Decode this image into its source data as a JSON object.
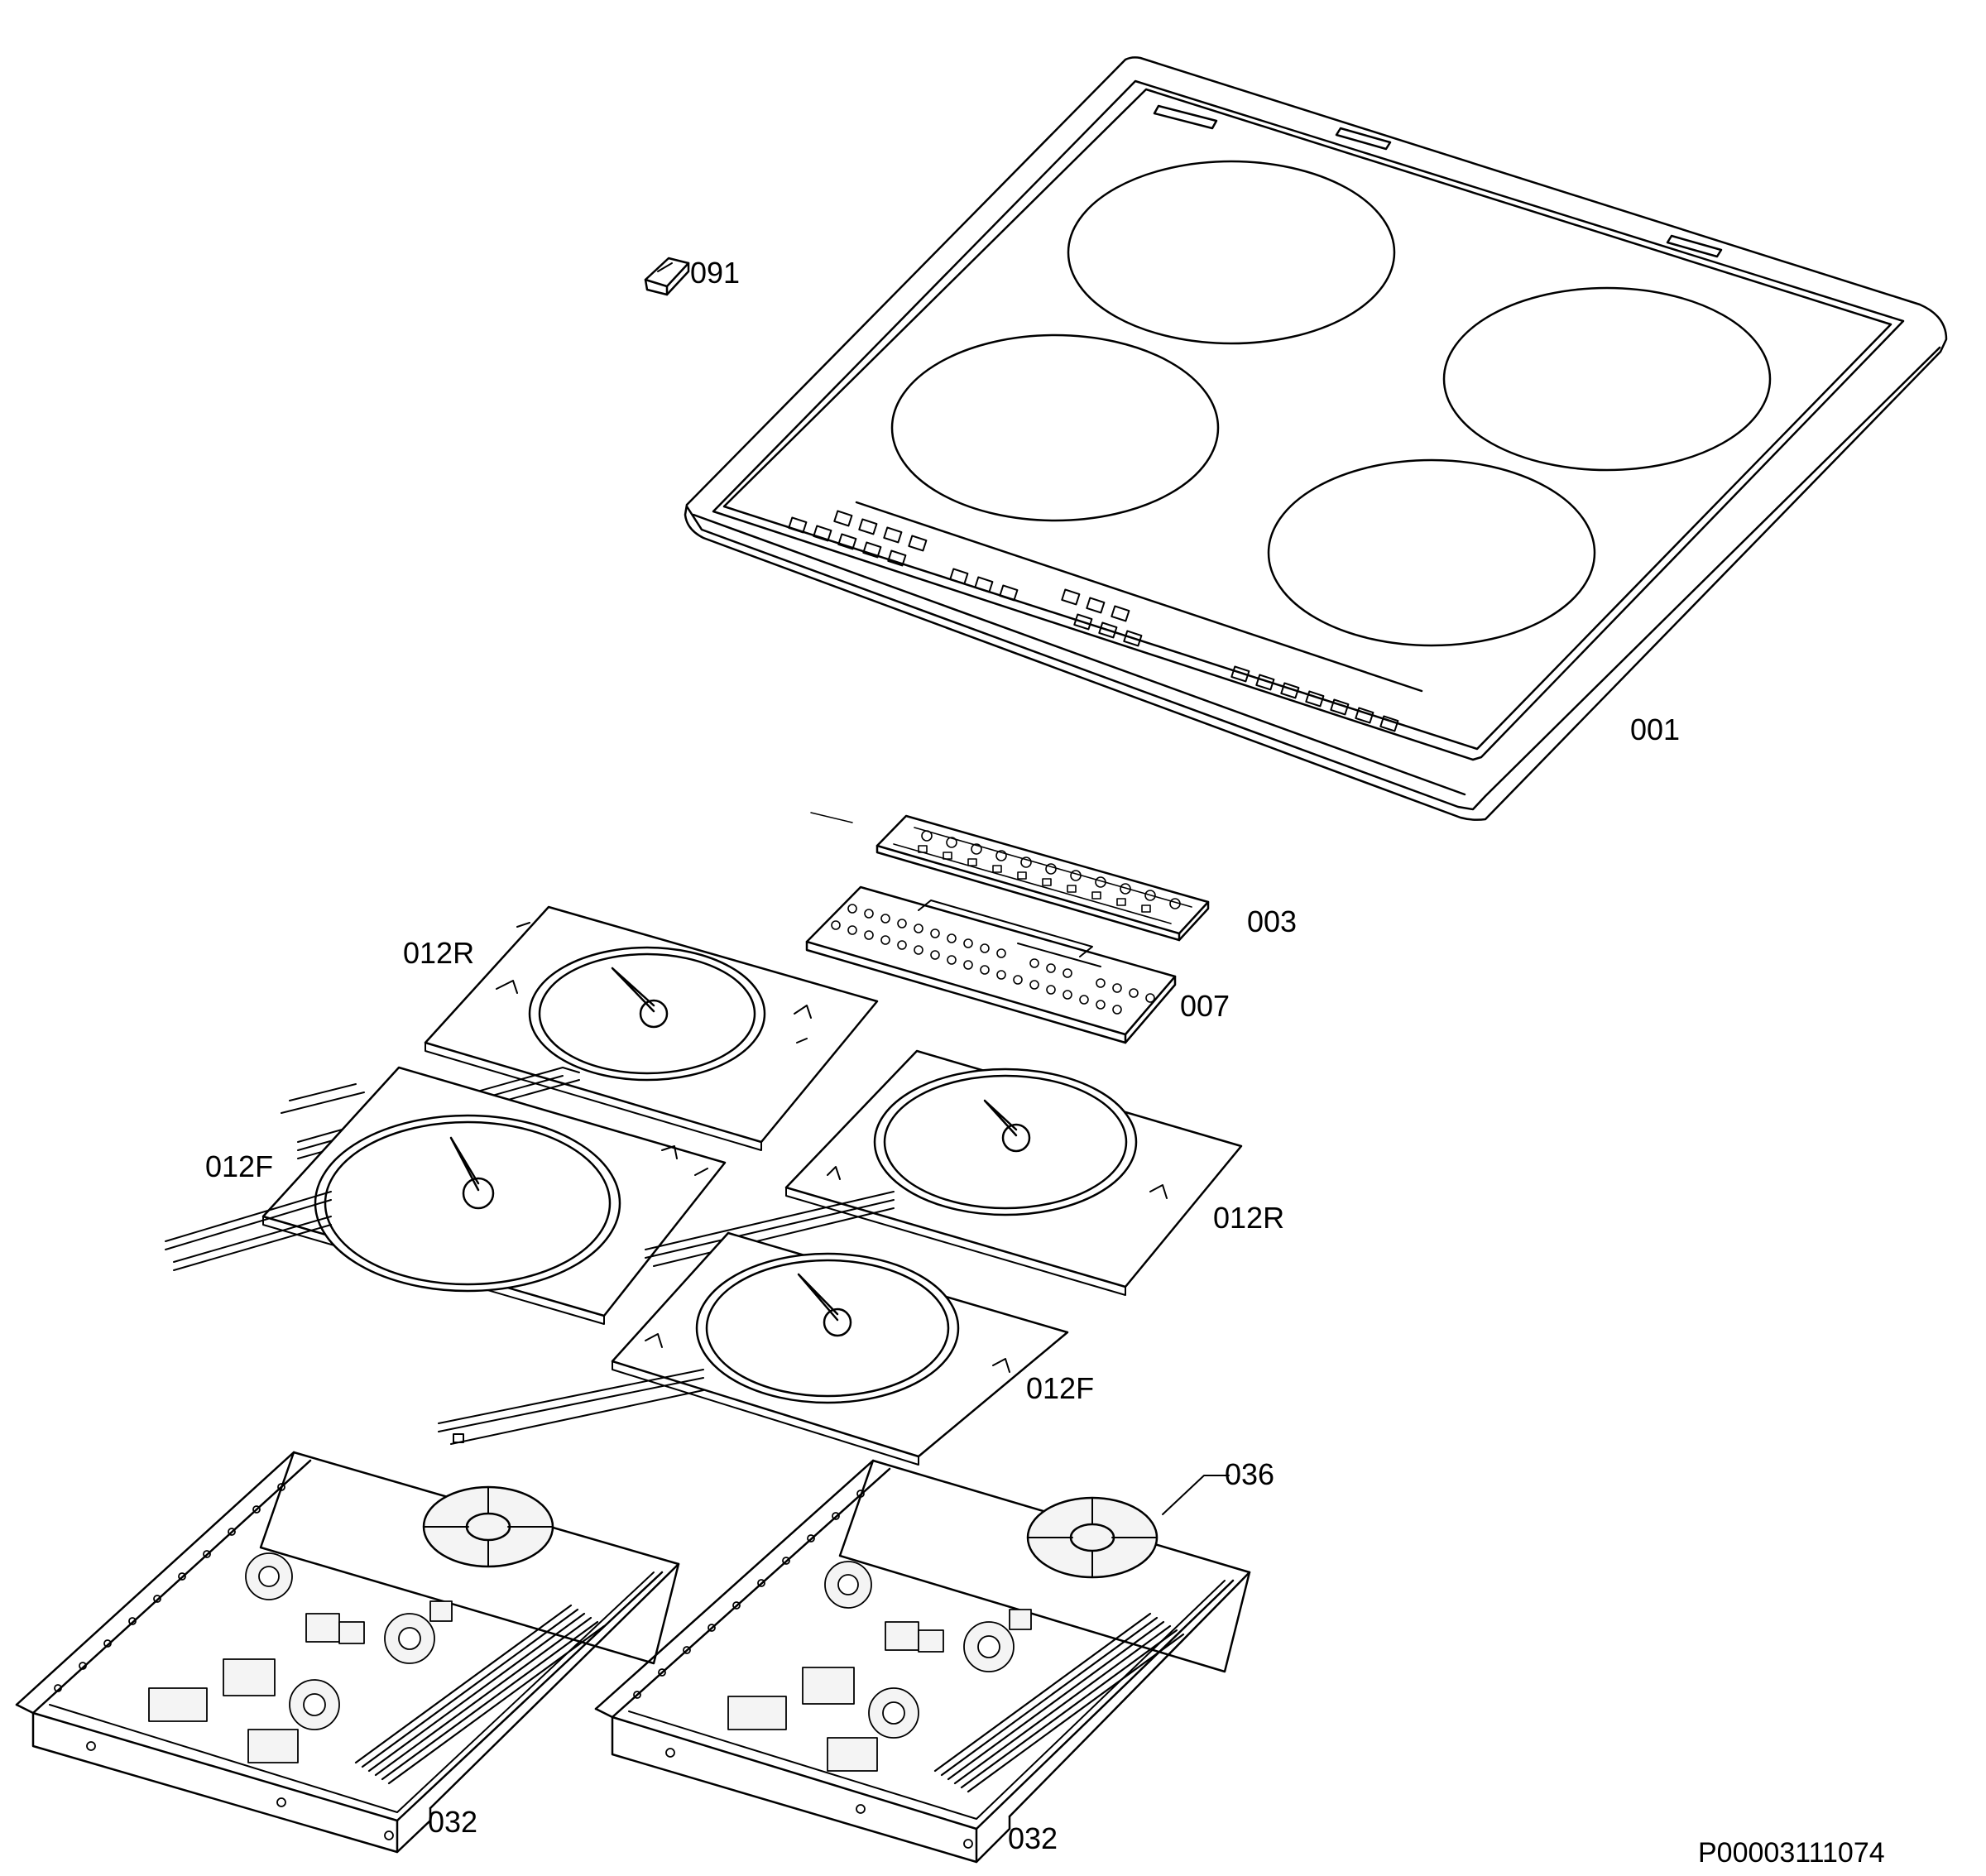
{
  "colors": {
    "line": "#000000",
    "paper": "#ffffff",
    "part_fill": "#f4f4f4",
    "part_fill_dark": "#cfcfcf"
  },
  "callouts": {
    "c001": "001",
    "c003": "003",
    "c007": "007",
    "c091": "091",
    "c012r_a": "012R",
    "c012r_b": "012R",
    "c012f_a": "012F",
    "c012f_b": "012F",
    "c032_a": "032",
    "c032_b": "032",
    "c036": "036"
  },
  "document_id": "P00003111074"
}
